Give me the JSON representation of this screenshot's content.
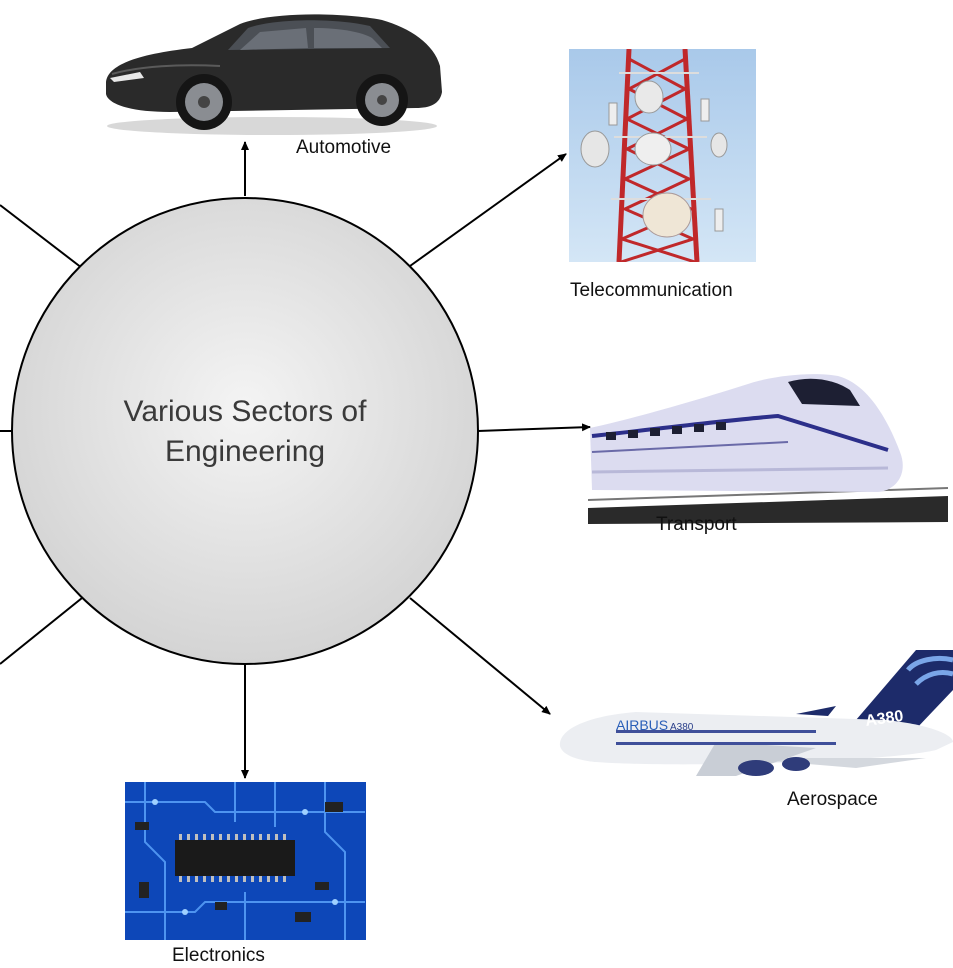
{
  "center": {
    "line1": "Various Sectors of",
    "line2": "Engineering"
  },
  "sectors": {
    "automotive": {
      "label": "Automotive",
      "icon": "car-icon"
    },
    "telecommunication": {
      "label": "Telecommunication",
      "icon": "antenna-tower-icon"
    },
    "transport": {
      "label": "Transport",
      "icon": "bullet-train-icon"
    },
    "aerospace": {
      "label": "Aerospace",
      "icon": "airplane-icon",
      "livery": {
        "brand": "AIRBUS",
        "model": "A380",
        "tail": "A380"
      }
    },
    "electronics": {
      "label": "Electronics",
      "icon": "circuit-board-icon"
    }
  },
  "colors": {
    "circle_stroke": "#000000",
    "circle_fill_center": "#f4f4f4",
    "circle_fill_edge": "#d6d6d6",
    "arrow": "#000000"
  }
}
